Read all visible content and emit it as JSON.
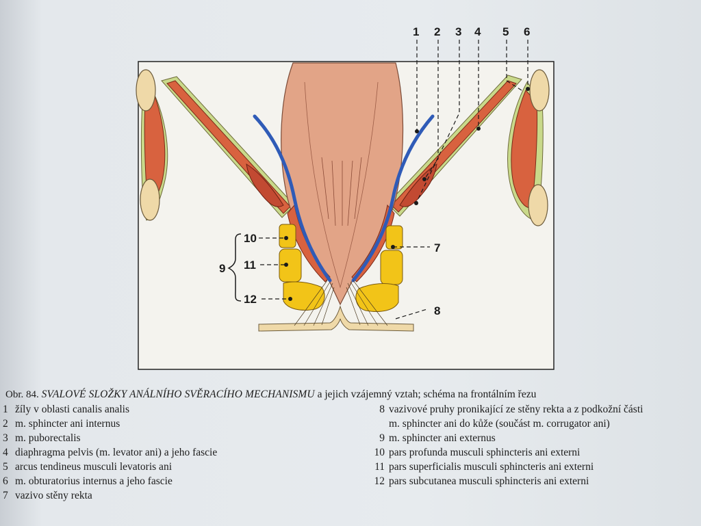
{
  "figure": {
    "callouts_top": [
      "1",
      "2",
      "3",
      "4",
      "5",
      "6"
    ],
    "callout_right_7": "7",
    "callout_right_8": "8",
    "callouts_left": [
      "10",
      "11",
      "12"
    ],
    "bracket_label": "9"
  },
  "caption": {
    "lead": "Obr. 84.",
    "title_caps": "SVALOVÉ SLOŽKY ANÁLNÍHO SVĚRACÍHO MECHANISMU",
    "title_rest": "a jejich vzájemný vztah; schéma na frontálním řezu"
  },
  "legend_left": [
    {
      "n": "1",
      "text": "žíly v oblasti canalis analis"
    },
    {
      "n": "2",
      "text": "m. sphincter ani internus"
    },
    {
      "n": "3",
      "text": "m. puborectalis"
    },
    {
      "n": "4",
      "text": "diaphragma pelvis (m. levator ani) a jeho fascie"
    },
    {
      "n": "5",
      "text": "arcus tendineus musculi levatoris ani"
    },
    {
      "n": "6",
      "text": "m. obturatorius internus a jeho fascie"
    },
    {
      "n": "7",
      "text": "vazivo stěny rekta"
    }
  ],
  "legend_right": [
    {
      "n": "8",
      "text": "vazivové pruhy pronikající ze stěny rekta a z podkožní části"
    },
    {
      "n": "",
      "text": "m. sphincter ani do kůže (součást m. corrugator ani)"
    },
    {
      "n": "9",
      "text": "m. sphincter ani externus"
    },
    {
      "n": "10",
      "text": "pars profunda musculi sphincteris ani externi"
    },
    {
      "n": "11",
      "text": "pars superficialis musculi sphincteris ani externi"
    },
    {
      "n": "12",
      "text": "pars subcutanea musculi sphincteris ani externi"
    }
  ],
  "colors": {
    "muscle": "#d8623f",
    "muscle_dark": "#c24a32",
    "rectum": "#e2a487",
    "fascia": "#c9d98a",
    "external_sphincter": "#f2c418",
    "vein": "#2f5bb7",
    "bone": "#efd9a8"
  }
}
